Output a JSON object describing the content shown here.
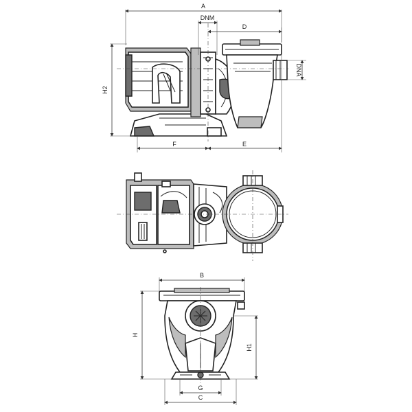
{
  "dimensions": {
    "A": "A",
    "DNM": "DNM",
    "D": "D",
    "DNA": "DNA",
    "H2": "H2",
    "F": "F",
    "E": "E",
    "B": "B",
    "H": "H",
    "H1": "H1",
    "G": "G",
    "C": "C"
  }
}
